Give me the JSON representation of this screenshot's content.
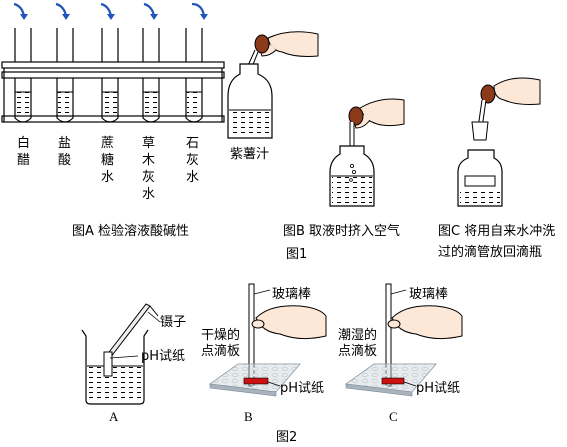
{
  "figure1": {
    "tube_labels": [
      {
        "chars": [
          "白",
          "醋"
        ]
      },
      {
        "chars": [
          "盐",
          "酸"
        ]
      },
      {
        "chars": [
          "蔗",
          "糖",
          "水"
        ]
      },
      {
        "chars": [
          "草",
          "木",
          "灰",
          "水"
        ]
      },
      {
        "chars": [
          "石",
          "灰",
          "水"
        ]
      }
    ],
    "bottle_label": "紫薯汁",
    "caption_a": "图A  检验溶液酸碱性",
    "caption_b": "图B  取液时挤入空气",
    "caption_c_line1": "图C  将用自来水冲洗",
    "caption_c_line2": "过的滴管放回滴瓶",
    "title": "图1"
  },
  "figure2": {
    "a_tweezers_label": "镊子",
    "a_paper_label": "pH试纸",
    "b_rod_label": "玻璃棒",
    "b_plate_line1": "干燥的",
    "b_plate_line2": "点滴板",
    "b_paper_label": "pH试纸",
    "c_rod_label": "玻璃棒",
    "c_plate_line1": "潮湿的",
    "c_plate_line2": "点滴板",
    "c_paper_label": "pH试纸",
    "letter_a": "A",
    "letter_b": "B",
    "letter_c": "C",
    "title": "图2"
  },
  "colors": {
    "arrow": "#2255bb",
    "bulb": "#8b3a1a",
    "hand_skin": "#fde7d6",
    "paper_red": "#cc1111"
  }
}
